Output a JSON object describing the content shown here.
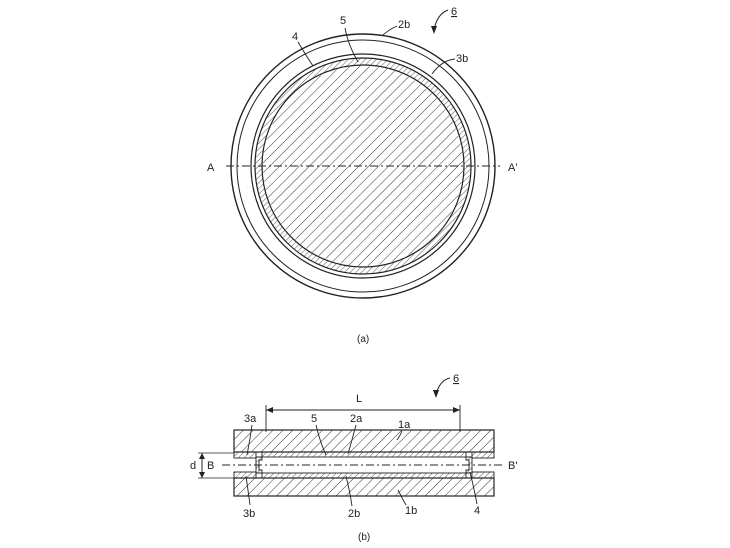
{
  "figure_a": {
    "caption": "(a)",
    "labels": {
      "ref6": "6",
      "l2b": "2b",
      "l5": "5",
      "l4": "4",
      "l3b": "3b",
      "A": "A",
      "Aprime": "A'"
    }
  },
  "figure_b": {
    "caption": "(b)",
    "labels": {
      "ref6": "6",
      "L": "L",
      "l3a": "3a",
      "l5": "5",
      "l2a": "2a",
      "l1a": "1a",
      "d": "d",
      "B": "B",
      "Bprime": "B'",
      "l3b": "3b",
      "l2b": "2b",
      "l1b": "1b",
      "l4": "4"
    }
  }
}
